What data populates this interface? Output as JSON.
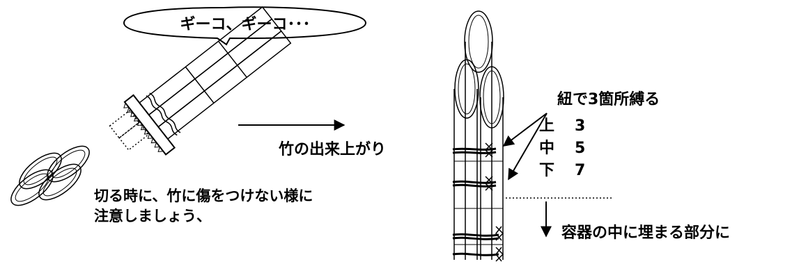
{
  "speech_bubble": {
    "text": "ギーコ、ギーコ･･･"
  },
  "arrow_label": "竹の出来上がり",
  "caution": {
    "line1": "切る時に、竹に傷をつけない様に",
    "line2": "注意しましょう、"
  },
  "tie_note": {
    "title": "紐で3箇所縛る",
    "rows": [
      {
        "pos": "上",
        "num": "3"
      },
      {
        "pos": "中",
        "num": "5"
      },
      {
        "pos": "下",
        "num": "7"
      }
    ]
  },
  "buried_label": "容器の中に埋まる部分に"
}
